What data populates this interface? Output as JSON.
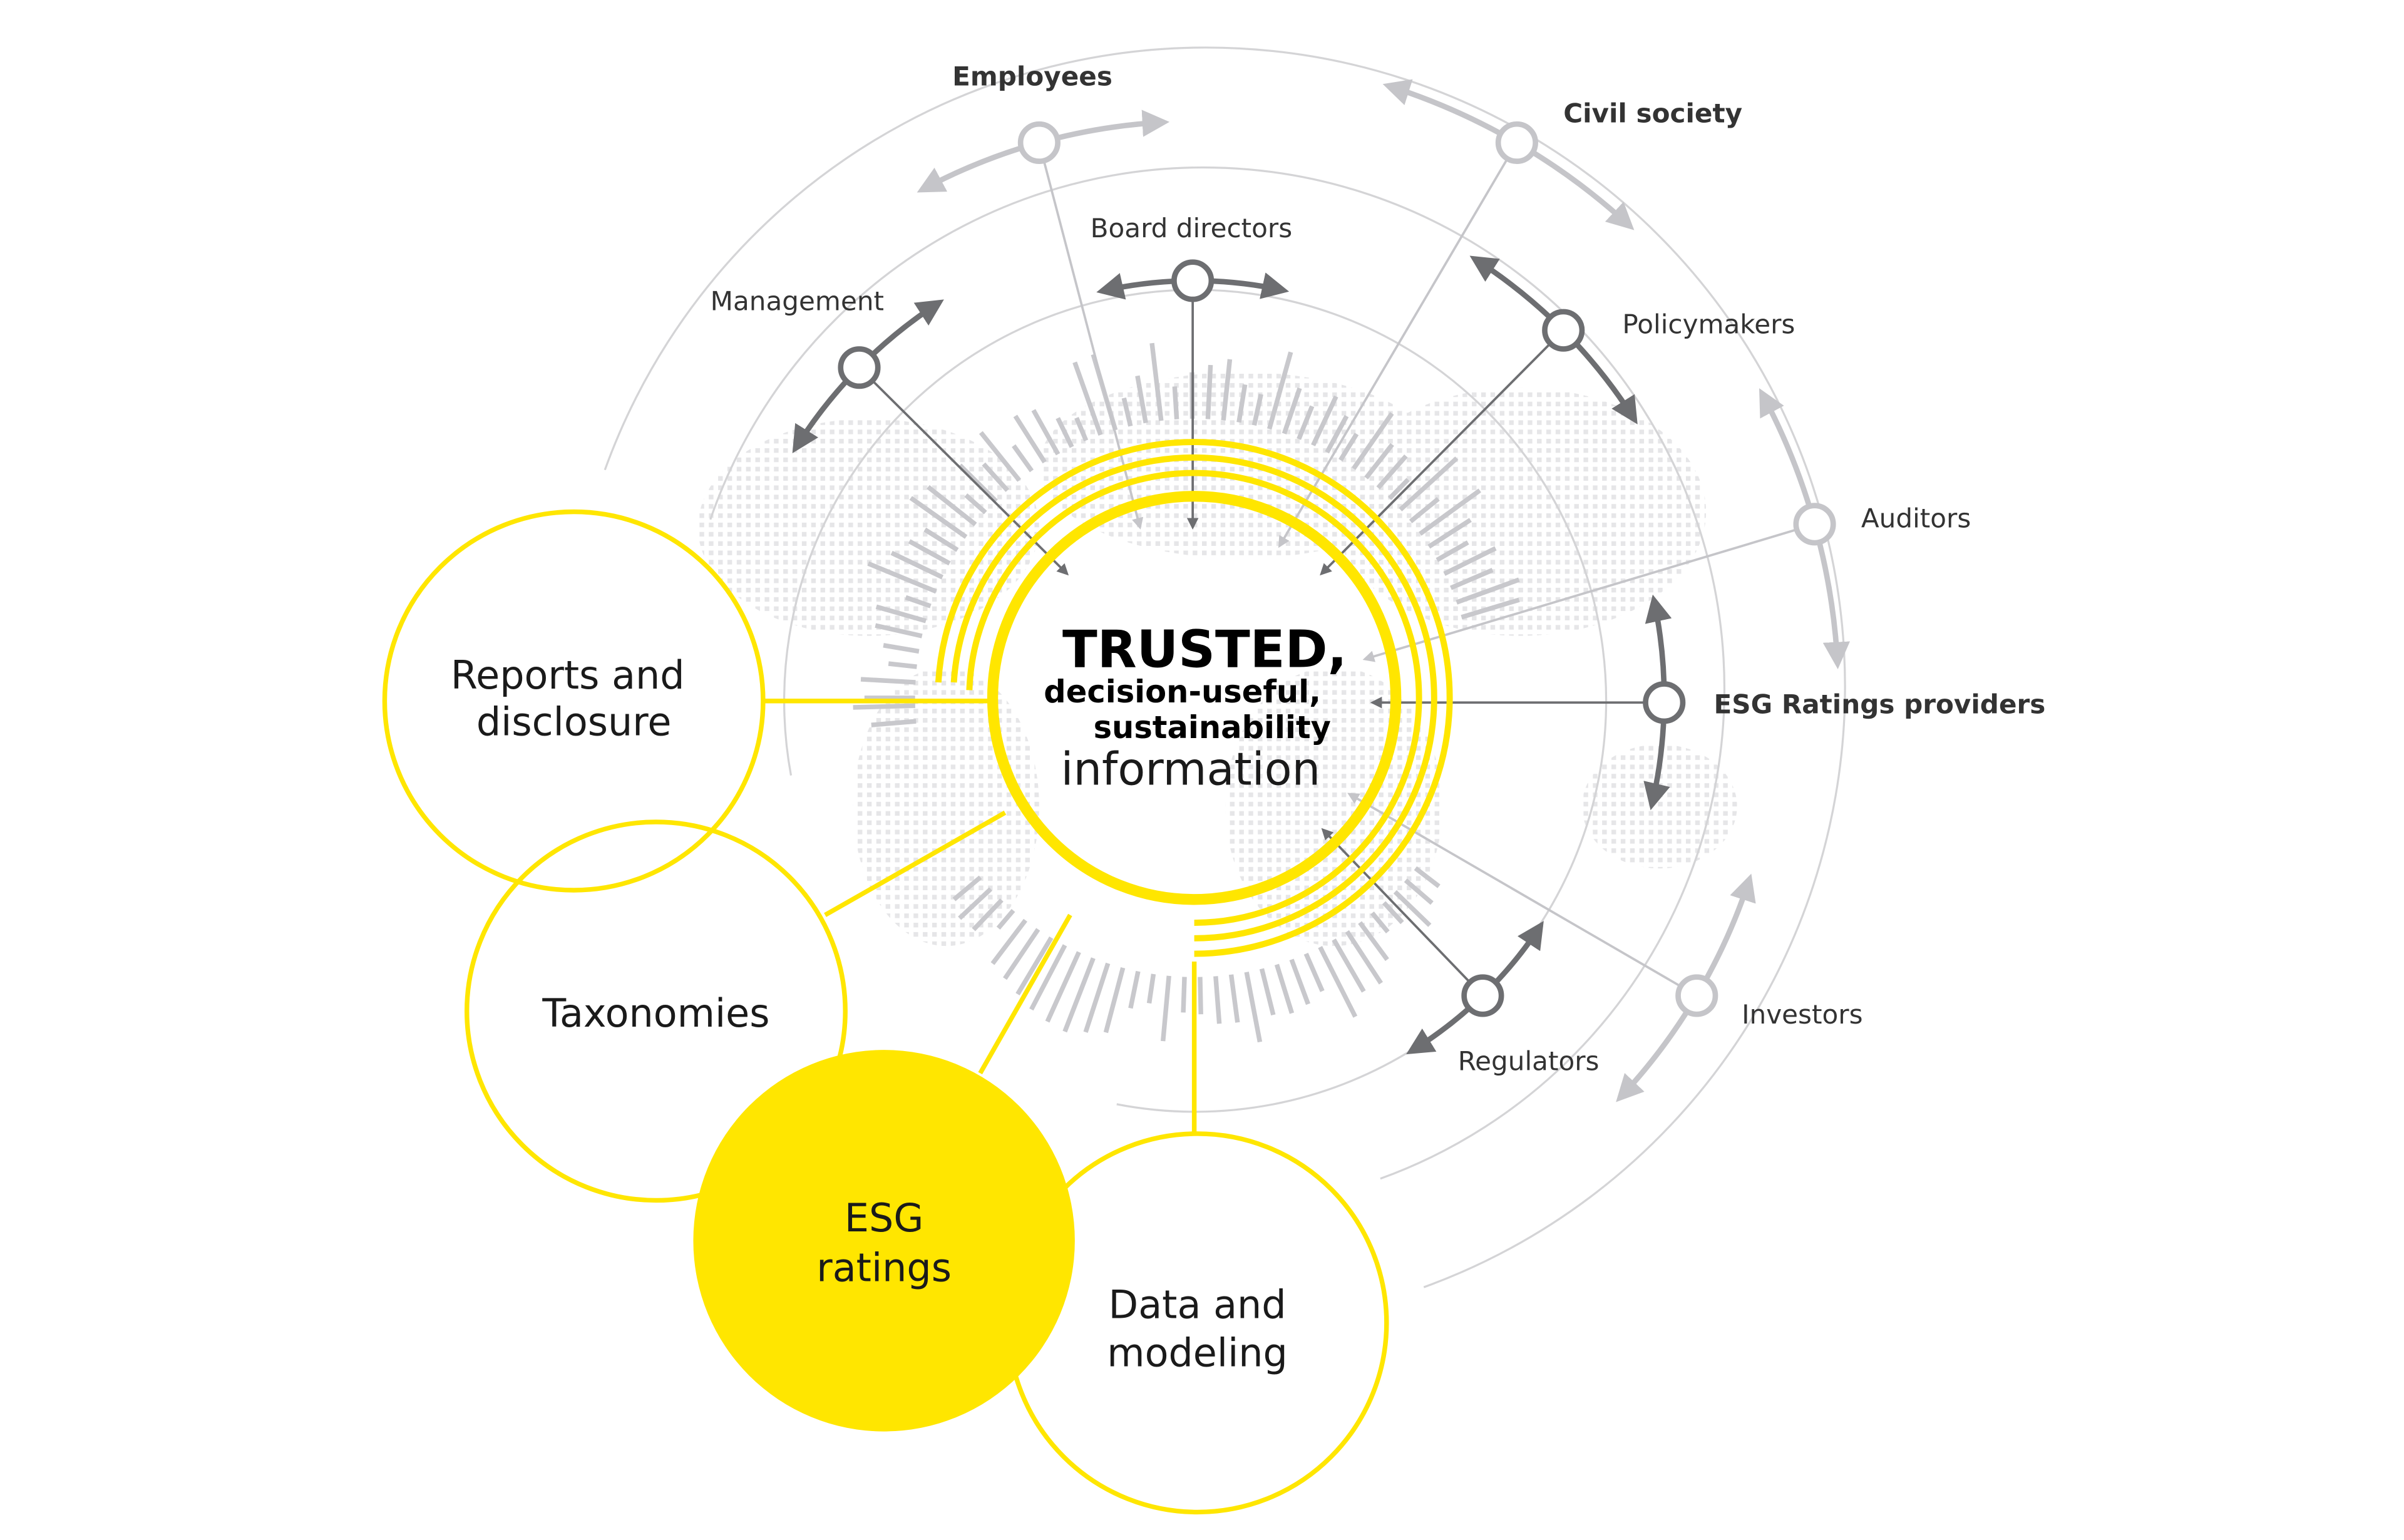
{
  "center": {
    "line1": "TRUSTED,",
    "line2": "decision-useful,",
    "line3": "sustainability",
    "line4": "information"
  },
  "stakeholders": {
    "employees": "Employees",
    "civil_society": "Civil society",
    "board_directors": "Board directors",
    "management": "Management",
    "policymakers": "Policymakers",
    "auditors": "Auditors",
    "esg_ratings_providers": "ESG Ratings providers",
    "investors": "Investors",
    "regulators": "Regulators"
  },
  "pillars": {
    "reports": [
      "Reports and",
      "disclosure"
    ],
    "taxonomies": "Taxonomies",
    "esg_ratings": [
      "ESG",
      "ratings"
    ],
    "data_modeling": [
      "Data and",
      "modeling"
    ]
  },
  "colors": {
    "yellow": "#FFE600",
    "dark_gray": "#6d6e71",
    "light_gray": "#c5c5c9",
    "ring_gray": "#d4d4d6"
  }
}
